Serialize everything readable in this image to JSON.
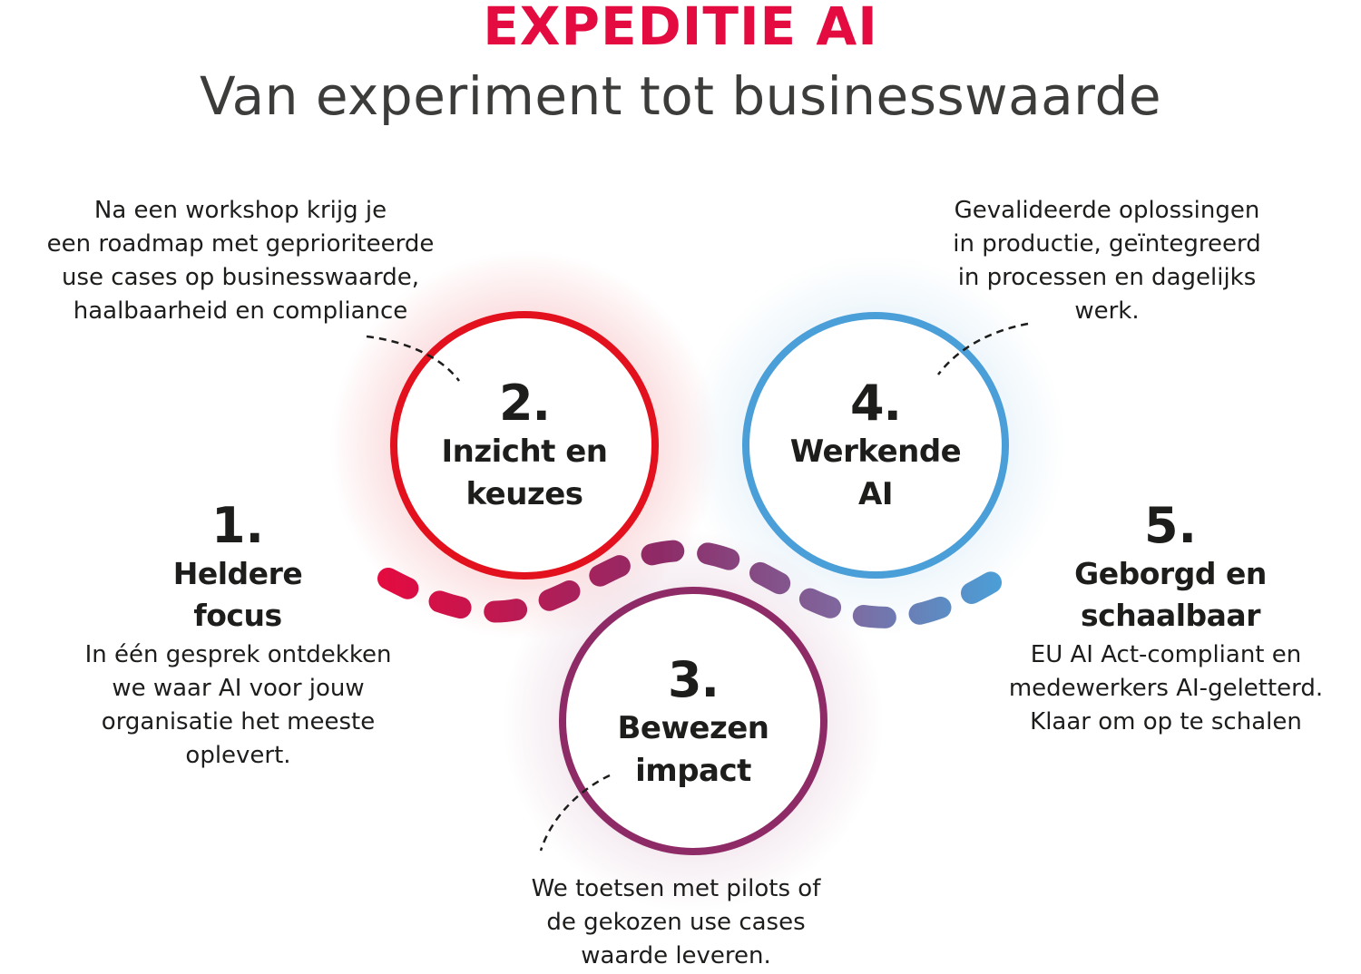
{
  "header": {
    "title": "EXPEDITIE AI",
    "subtitle": "Van experiment tot businesswaarde"
  },
  "colors": {
    "brand_red": "#e30b40",
    "step2_ring": "#e2111d",
    "step3_ring": "#8e2b67",
    "step4_ring": "#4a9fd8",
    "text_dark": "#1d1d1b",
    "subtitle_gray": "#3c3c3b"
  },
  "steps": [
    {
      "number": "1.",
      "title_line1": "Heldere",
      "title_line2": "focus",
      "description": "In één gesprek ontdekken\nwe waar AI voor jouw\norganisatie het meeste\noplevert."
    },
    {
      "number": "2.",
      "title_line1": "Inzicht en",
      "title_line2": "keuzes",
      "description": "Na een workshop krijg je\neen roadmap met geprioriteerde\nuse cases op businesswaarde,\nhaalbaarheid en compliance"
    },
    {
      "number": "3.",
      "title_line1": "Bewezen",
      "title_line2": "impact",
      "description": "We toetsen met pilots of\nde gekozen use cases\nwaarde leveren."
    },
    {
      "number": "4.",
      "title_line1": "Werkende",
      "title_line2": "AI",
      "description": "Gevalideerde oplossingen\nin productie, geïntegreerd\nin processen en dagelijks\nwerk."
    },
    {
      "number": "5.",
      "title_line1": "Geborgd en",
      "title_line2": "schaalbaar",
      "description": "EU AI Act-compliant en\nmedewerkers AI-geletterd.\nKlaar om op te schalen"
    }
  ]
}
